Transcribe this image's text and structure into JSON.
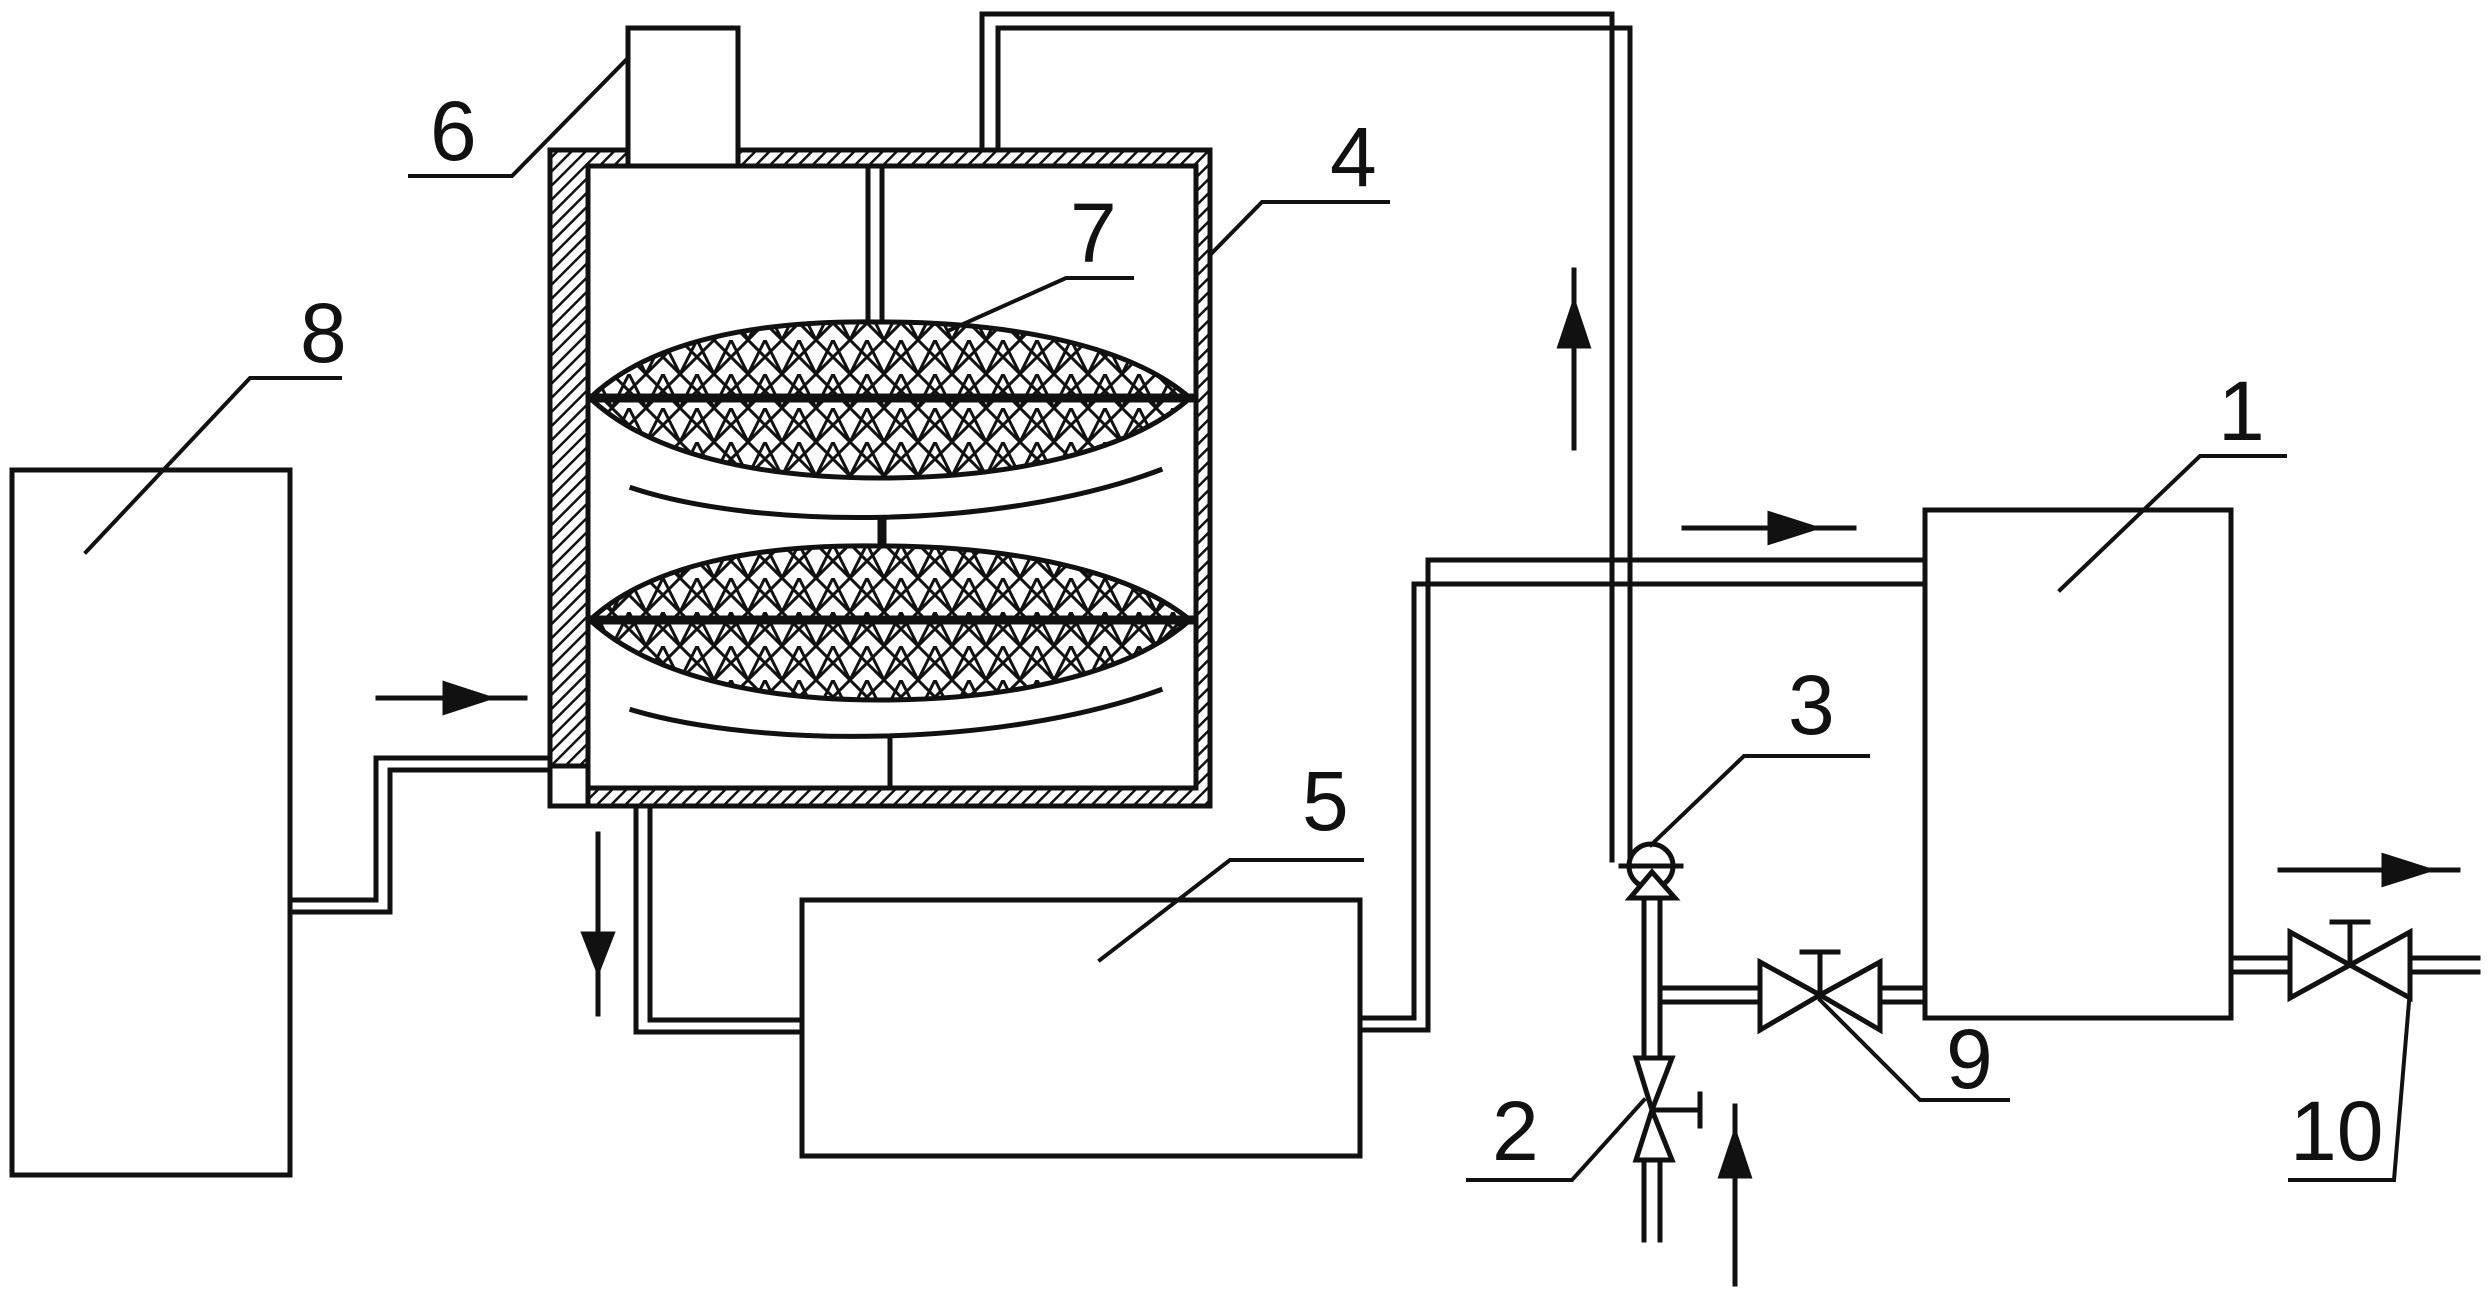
{
  "diagram": {
    "labels": {
      "n1": "1",
      "n2": "2",
      "n3": "3",
      "n4": "4",
      "n5": "5",
      "n6": "6",
      "n7": "7",
      "n8": "8",
      "n9": "9",
      "n10": "10"
    },
    "colors": {
      "line": "#111111",
      "background": "#ffffff"
    }
  }
}
